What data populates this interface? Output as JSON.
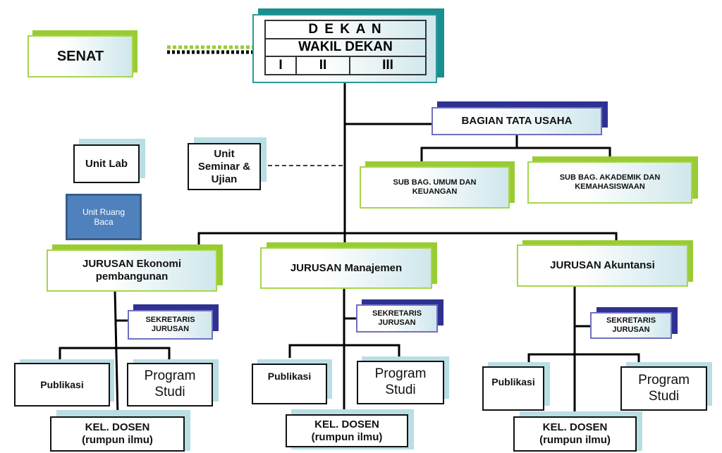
{
  "senat": "SENAT",
  "dekan": {
    "title": "D E K A N",
    "wakil": "WAKIL DEKAN",
    "wakil_numbers": [
      "I",
      "II",
      "III"
    ]
  },
  "bagian_tata_usaha": "BAGIAN TATA USAHA",
  "sub_bag_umum": "SUB BAG. UMUM DAN KEUANGAN",
  "sub_bag_akademik": "SUB BAG. AKADEMIK DAN KEMAHASISWAAN",
  "unit_lab": "Unit Lab",
  "unit_seminar": "Unit Seminar & Ujian",
  "unit_ruang_baca": "Unit Ruang Baca",
  "jurusan": [
    {
      "name": "JURUSAN Ekonomi pembangunan",
      "sekretaris": "SEKRETARIS JURUSAN",
      "publikasi": "Publikasi",
      "program_studi": "Program Studi",
      "kel_dosen": "KEL. DOSEN",
      "rumpun": "(rumpun ilmu)"
    },
    {
      "name": "JURUSAN Manajemen",
      "sekretaris": "SEKRETARIS JURUSAN",
      "publikasi": "Publikasi",
      "program_studi": "Program Studi",
      "kel_dosen": "KEL. DOSEN",
      "rumpun": "(rumpun ilmu)"
    },
    {
      "name": "JURUSAN Akuntansi",
      "sekretaris": "SEKRETARIS JURUSAN",
      "publikasi": "Publikasi",
      "program_studi": "Program Studi",
      "kel_dosen": "KEL. DOSEN",
      "rumpun": "(rumpun ilmu)"
    }
  ],
  "colors": {
    "green": "#99cc33",
    "teal": "#1a8f8f",
    "navy": "#2e3192",
    "light_blue": "#b9dee4",
    "ruang_baca": "#4f81bd"
  }
}
